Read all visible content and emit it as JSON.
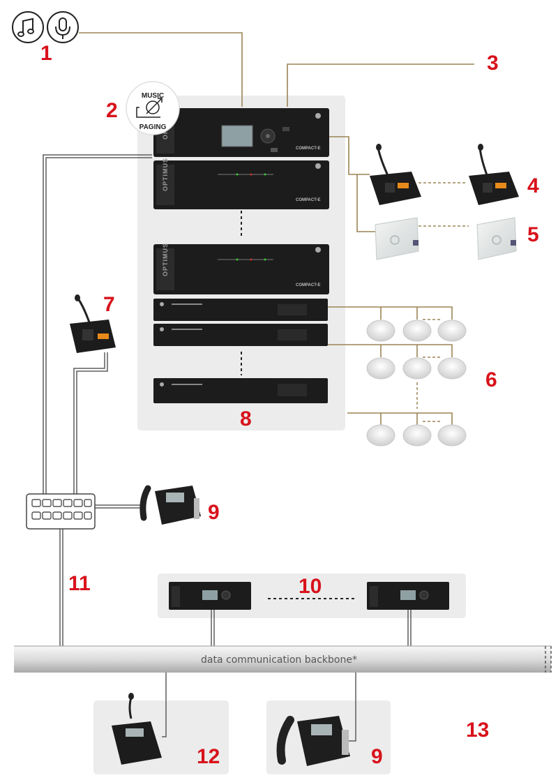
{
  "colors": {
    "number": "#d8121b",
    "wire_gold": "#9a8454",
    "wire_gray": "#6b6b6b",
    "panel_bg": "#ececec",
    "device_dark": "#1c1c1c",
    "speaker": "#e4e4e4"
  },
  "source_icons": [
    "music-note-icon",
    "microphone-icon"
  ],
  "router_label": {
    "top": "MUSIC",
    "bottom": "PAGING"
  },
  "rack_units": {
    "brand": "OPTIMUS",
    "model": "COMPACT-E"
  },
  "backbone_label": "data communication backbone*",
  "numbers": {
    "n1": "1",
    "n2": "2",
    "n3": "3",
    "n4": "4",
    "n5": "5",
    "n6": "6",
    "n7": "7",
    "n8": "8",
    "n9a": "9",
    "n10": "10",
    "n11": "11",
    "n12": "12",
    "n9b": "9",
    "n13": "13"
  }
}
